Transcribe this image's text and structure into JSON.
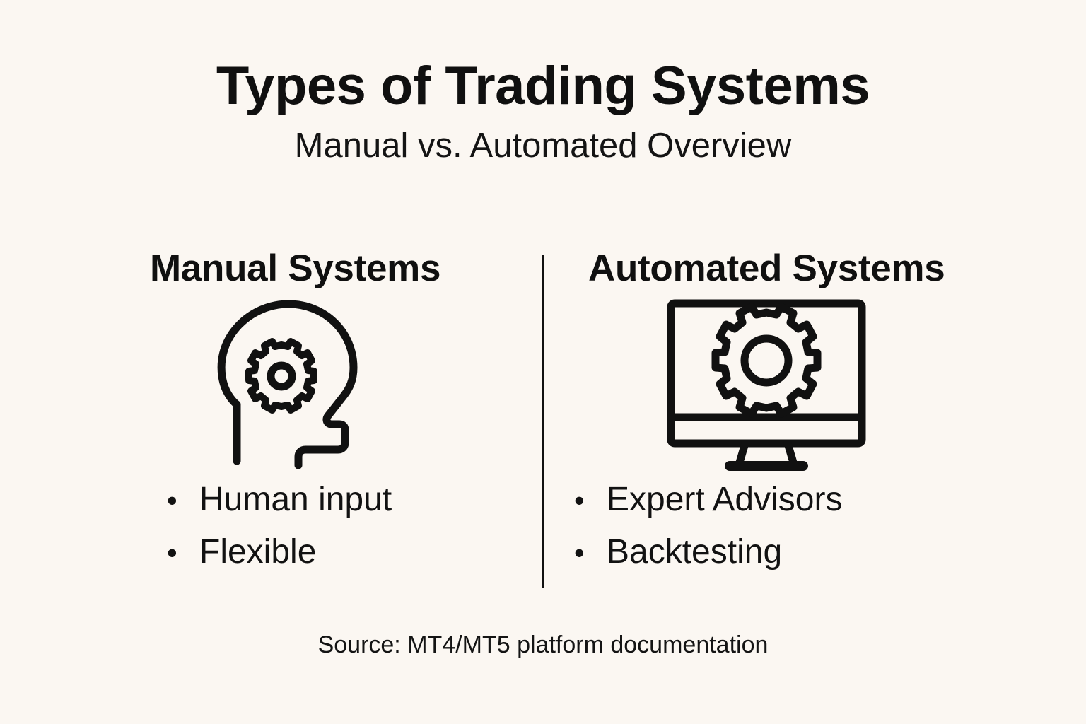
{
  "header": {
    "title": "Types of Trading Systems",
    "subtitle": "Manual vs. Automated Overview"
  },
  "columns": [
    {
      "id": "manual",
      "title": "Manual Systems",
      "icon": "head-with-gear-icon",
      "bullets": [
        {
          "marker": "•",
          "label": "Human input"
        },
        {
          "marker": "•",
          "label": "Flexible"
        }
      ]
    },
    {
      "id": "automated",
      "title": "Automated Systems",
      "icon": "monitor-with-gear-icon",
      "bullets": [
        {
          "marker": "•",
          "label": "Expert Advisors"
        },
        {
          "marker": "•",
          "label": "Backtesting"
        }
      ]
    }
  ],
  "footer": {
    "source": "Source: MT4/MT5 platform documentation"
  },
  "colors": {
    "background": "#fbf7f2",
    "ink": "#111111",
    "divider": "#111111"
  }
}
